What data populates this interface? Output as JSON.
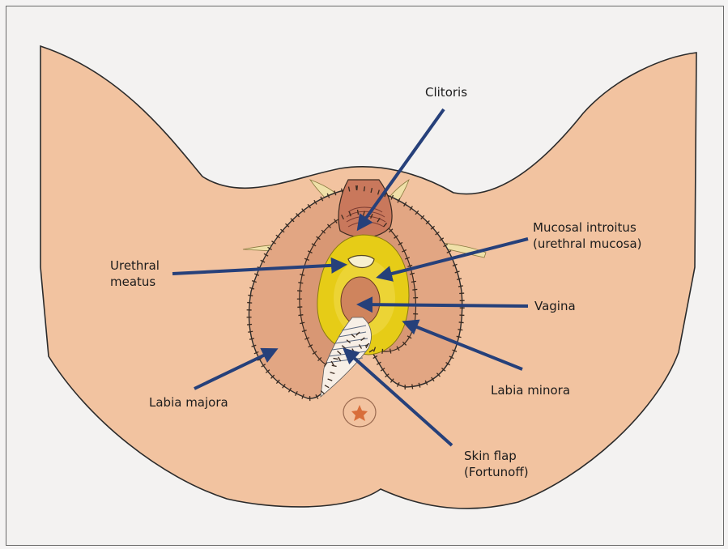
{
  "labels": {
    "clitoris": "Clitoris",
    "mucosal_introitus": "Mucosal introitus\n(urethral mucosa)",
    "urethral_meatus": "Urethral\nmeatus",
    "vagina": "Vagina",
    "labia_minora": "Labia minora",
    "labia_majora": "Labia majora",
    "skin_flap": "Skin flap\n(Fortunoff)"
  },
  "colors": {
    "background": "#f3f2f1",
    "skin": "#f2c3a0",
    "skin_outline": "#2b2b2b",
    "labia": "#e0a680",
    "yellow_mucosa": "#e6cc17",
    "vagina": "#cf845d",
    "arrow": "#26407a",
    "clitoral_hood": "#c9785c"
  }
}
